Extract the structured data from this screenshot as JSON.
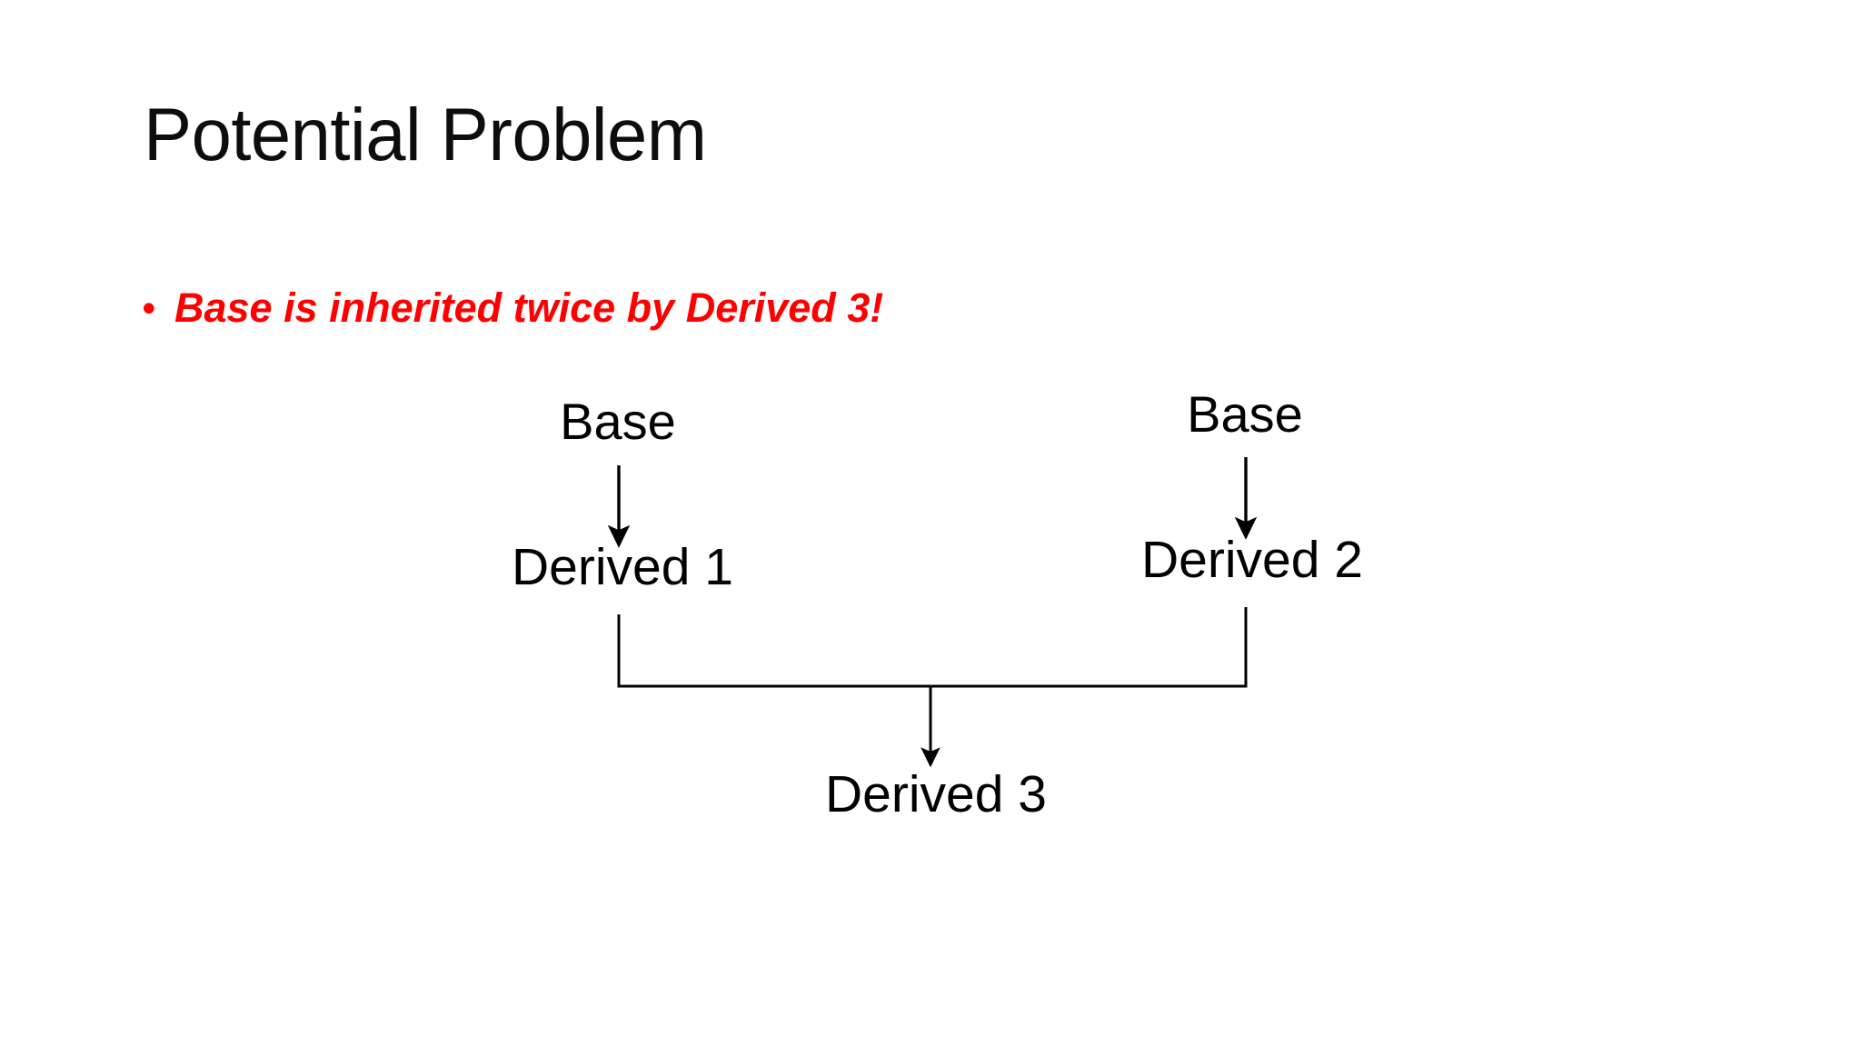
{
  "slide": {
    "title": "Potential Problem",
    "background_color": "#ffffff",
    "title_color": "#0d0d0d"
  },
  "bullets": [
    {
      "marker": "•",
      "text": "Base is inherited twice by Derived 3!",
      "color": "#FF0000",
      "style": "bold-italic"
    }
  ],
  "diagram": {
    "type": "inheritance-hierarchy",
    "line_color": "#000000",
    "nodes": [
      {
        "id": "base-left",
        "label": "Base"
      },
      {
        "id": "base-right",
        "label": "Base"
      },
      {
        "id": "derived-1",
        "label": "Derived 1"
      },
      {
        "id": "derived-2",
        "label": "Derived 2"
      },
      {
        "id": "derived-3",
        "label": "Derived 3"
      }
    ],
    "edges": [
      {
        "from": "base-left",
        "to": "derived-1",
        "arrow": "down"
      },
      {
        "from": "base-right",
        "to": "derived-2",
        "arrow": "down"
      },
      {
        "from": "derived-1",
        "to": "derived-3",
        "arrow": "merge-down"
      },
      {
        "from": "derived-2",
        "to": "derived-3",
        "arrow": "merge-down"
      }
    ]
  }
}
